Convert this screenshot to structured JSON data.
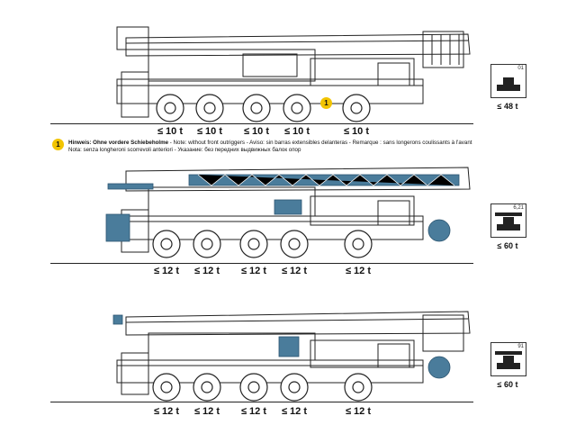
{
  "rows": [
    {
      "axle_loads": [
        "≤ 10 t",
        "≤ 10 t",
        "≤ 10 t",
        "≤ 10 t",
        "≤ 10 t"
      ],
      "config_code": "01",
      "total": "≤ 48 t",
      "highlight": false
    },
    {
      "axle_loads": [
        "≤ 12 t",
        "≤ 12 t",
        "≤ 12 t",
        "≤ 12 t",
        "≤ 12 t"
      ],
      "config_code": "6,21",
      "total": "≤ 60 t",
      "highlight": true
    },
    {
      "axle_loads": [
        "≤ 12 t",
        "≤ 12 t",
        "≤ 12 t",
        "≤ 12 t",
        "≤ 12 t"
      ],
      "config_code": "91",
      "total": "≤ 60 t",
      "highlight": true
    }
  ],
  "note": {
    "badge": "1",
    "line1_bold": "Hinweis: Ohne vordere Schiebeholme",
    "line1_rest": " - Note: without front outriggers - Aviso: sin barras extensibles delanteras - Remarque : sans longerons coulissants à l'avant",
    "line2": "Nota: senza longheroni scorrevoli anteriori - Указание: без передних выдвижных балок опор"
  },
  "colors": {
    "highlight": "#4a7c9b",
    "badge": "#f2c400",
    "line": "#222222"
  }
}
